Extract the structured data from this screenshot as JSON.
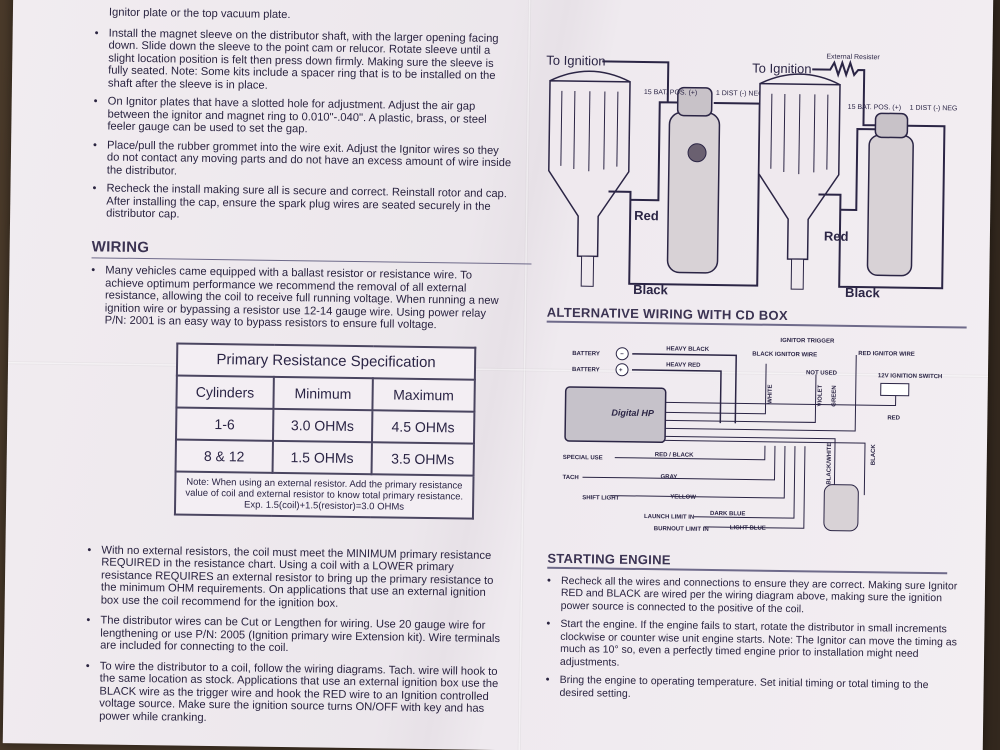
{
  "left": {
    "intro_line": "Ignitor plate or the top vacuum plate.",
    "bullets_top": [
      "Install the magnet sleeve on the distributor shaft, with the larger opening facing down. Slide down the sleeve to the point cam or relucor. Rotate sleeve until a slight location position is felt then press down firmly. Making sure the sleeve is fully seated. Note: Some kits include a spacer ring that is to be installed on the shaft after the sleeve is in place.",
      "On Ignitor plates that have a slotted hole for adjustment. Adjust the air gap between the ignitor and magnet ring to 0.010\"-.040\". A plastic, brass, or steel feeler gauge can be used to set the gap.",
      "Place/pull the rubber grommet into the wire exit. Adjust the Ignitor wires so they do not contact any moving parts and do not have an excess amount of wire inside the distributor.",
      "Recheck the install making sure all is secure and correct. Reinstall rotor and cap. After installing the cap, ensure the spark plug wires are seated securely in the distributor cap."
    ],
    "wiring_title": "WIRING",
    "wiring_text": "Many vehicles came equipped with a ballast resistor or resistance wire. To achieve optimum performance we recommend the removal of all external resistance, allowing the coil to receive full running voltage. When running a new ignition wire or bypassing a resistor use 12-14 gauge wire. Using power relay P/N: 2001 is an easy way to bypass resistors to ensure full voltage.",
    "table": {
      "title": "Primary Resistance Specification",
      "headers": [
        "Cylinders",
        "Minimum",
        "Maximum"
      ],
      "rows": [
        [
          "1-6",
          "3.0 OHMs",
          "4.5 OHMs"
        ],
        [
          "8 & 12",
          "1.5 OHMs",
          "3.5 OHMs"
        ]
      ],
      "note": "Note: When using an external resistor. Add the primary resistance value of coil and external resistor to know total primary resistance. Exp. 1.5(coil)+1.5(resistor)=3.0 OHMs"
    },
    "bullets_bottom": [
      "With no external resistors, the coil must meet the MINIMUM primary resistance REQUIRED in the resistance chart. Using a coil with a LOWER primary resistance REQUIRES an external resistor to bring up the primary resistance to the minimum OHM requirements. On applications that use an external ignition box use the coil recommend for the ignition box.",
      "The distributor wires can be Cut or Lengthen for wiring. Use 20 gauge wire for lengthening or use P/N: 2005 (Ignition primary wire Extension kit). Wire terminals are included for connecting to the coil.",
      "To wire the distributor to a coil, follow the wiring diagrams. Tach. wire will hook to the same location as stock. Applications that use an external ignition box use the BLACK wire as the trigger wire and hook the RED wire to an Ignition controlled voltage source. Make sure the ignition source turns ON/OFF with key and has power while cranking."
    ]
  },
  "right": {
    "diagram1": {
      "to_ignition": "To Ignition",
      "pos_label": "15 BAT. POS. (+)",
      "neg_label": "1 DIST (-) NEG",
      "red": "Red",
      "black": "Black"
    },
    "diagram2": {
      "to_ignition": "To Ignition",
      "resistor": "External Resister",
      "pos_label": "15 BAT. POS. (+)",
      "neg_label": "1 DIST (-) NEG",
      "red": "Red",
      "black": "Black"
    },
    "cd_title": "ALTERNATIVE WIRING WITH CD BOX",
    "cd": {
      "battery": "BATTERY",
      "neg": "−",
      "pos": "+",
      "heavy_black": "HEAVY BLACK",
      "heavy_red": "HEAVY RED",
      "black_ignitor": "BLACK IGNITOR WIRE",
      "ignitor_trigger": "IGNITOR TRIGGER",
      "red_ignitor": "RED IGNITOR WIRE",
      "not_used": "NOT USED",
      "switch": "12V IGNITION SWITCH",
      "white": "WHITE",
      "violet": "VIOLET",
      "green": "GREEN",
      "red_wire": "RED",
      "box_brand": "Digital HP",
      "special_use": "SPECIAL USE",
      "red_black": "RED / BLACK",
      "tach": "TACH",
      "gray": "GRAY",
      "shift_light": "SHIFT LIGHT",
      "yellow": "YELLOW",
      "launch": "LAUNCH LIMIT IN",
      "dark_blue": "DARK BLUE",
      "burnout": "BURNOUT LIMIT IN",
      "light_blue": "LIGHT BLUE",
      "black_white": "BLACK/WHITE",
      "black": "BLACK"
    },
    "starting_title": "STARTING ENGINE",
    "starting_bullets": [
      "Recheck all the wires and connections to ensure they are correct. Making sure Ignitor RED and BLACK are wired per the wiring diagram above, making sure the ignition power source is connected to the positive of the coil.",
      "Start the engine. If the engine fails to start, rotate the distributor in small increments clockwise or counter wise unit engine starts. Note: The Ignitor can move the timing as much as 10° so, even a perfectly timed engine prior to installation might need adjustments.",
      "Bring the engine to operating temperature. Set initial timing or total timing to the desired setting."
    ]
  }
}
